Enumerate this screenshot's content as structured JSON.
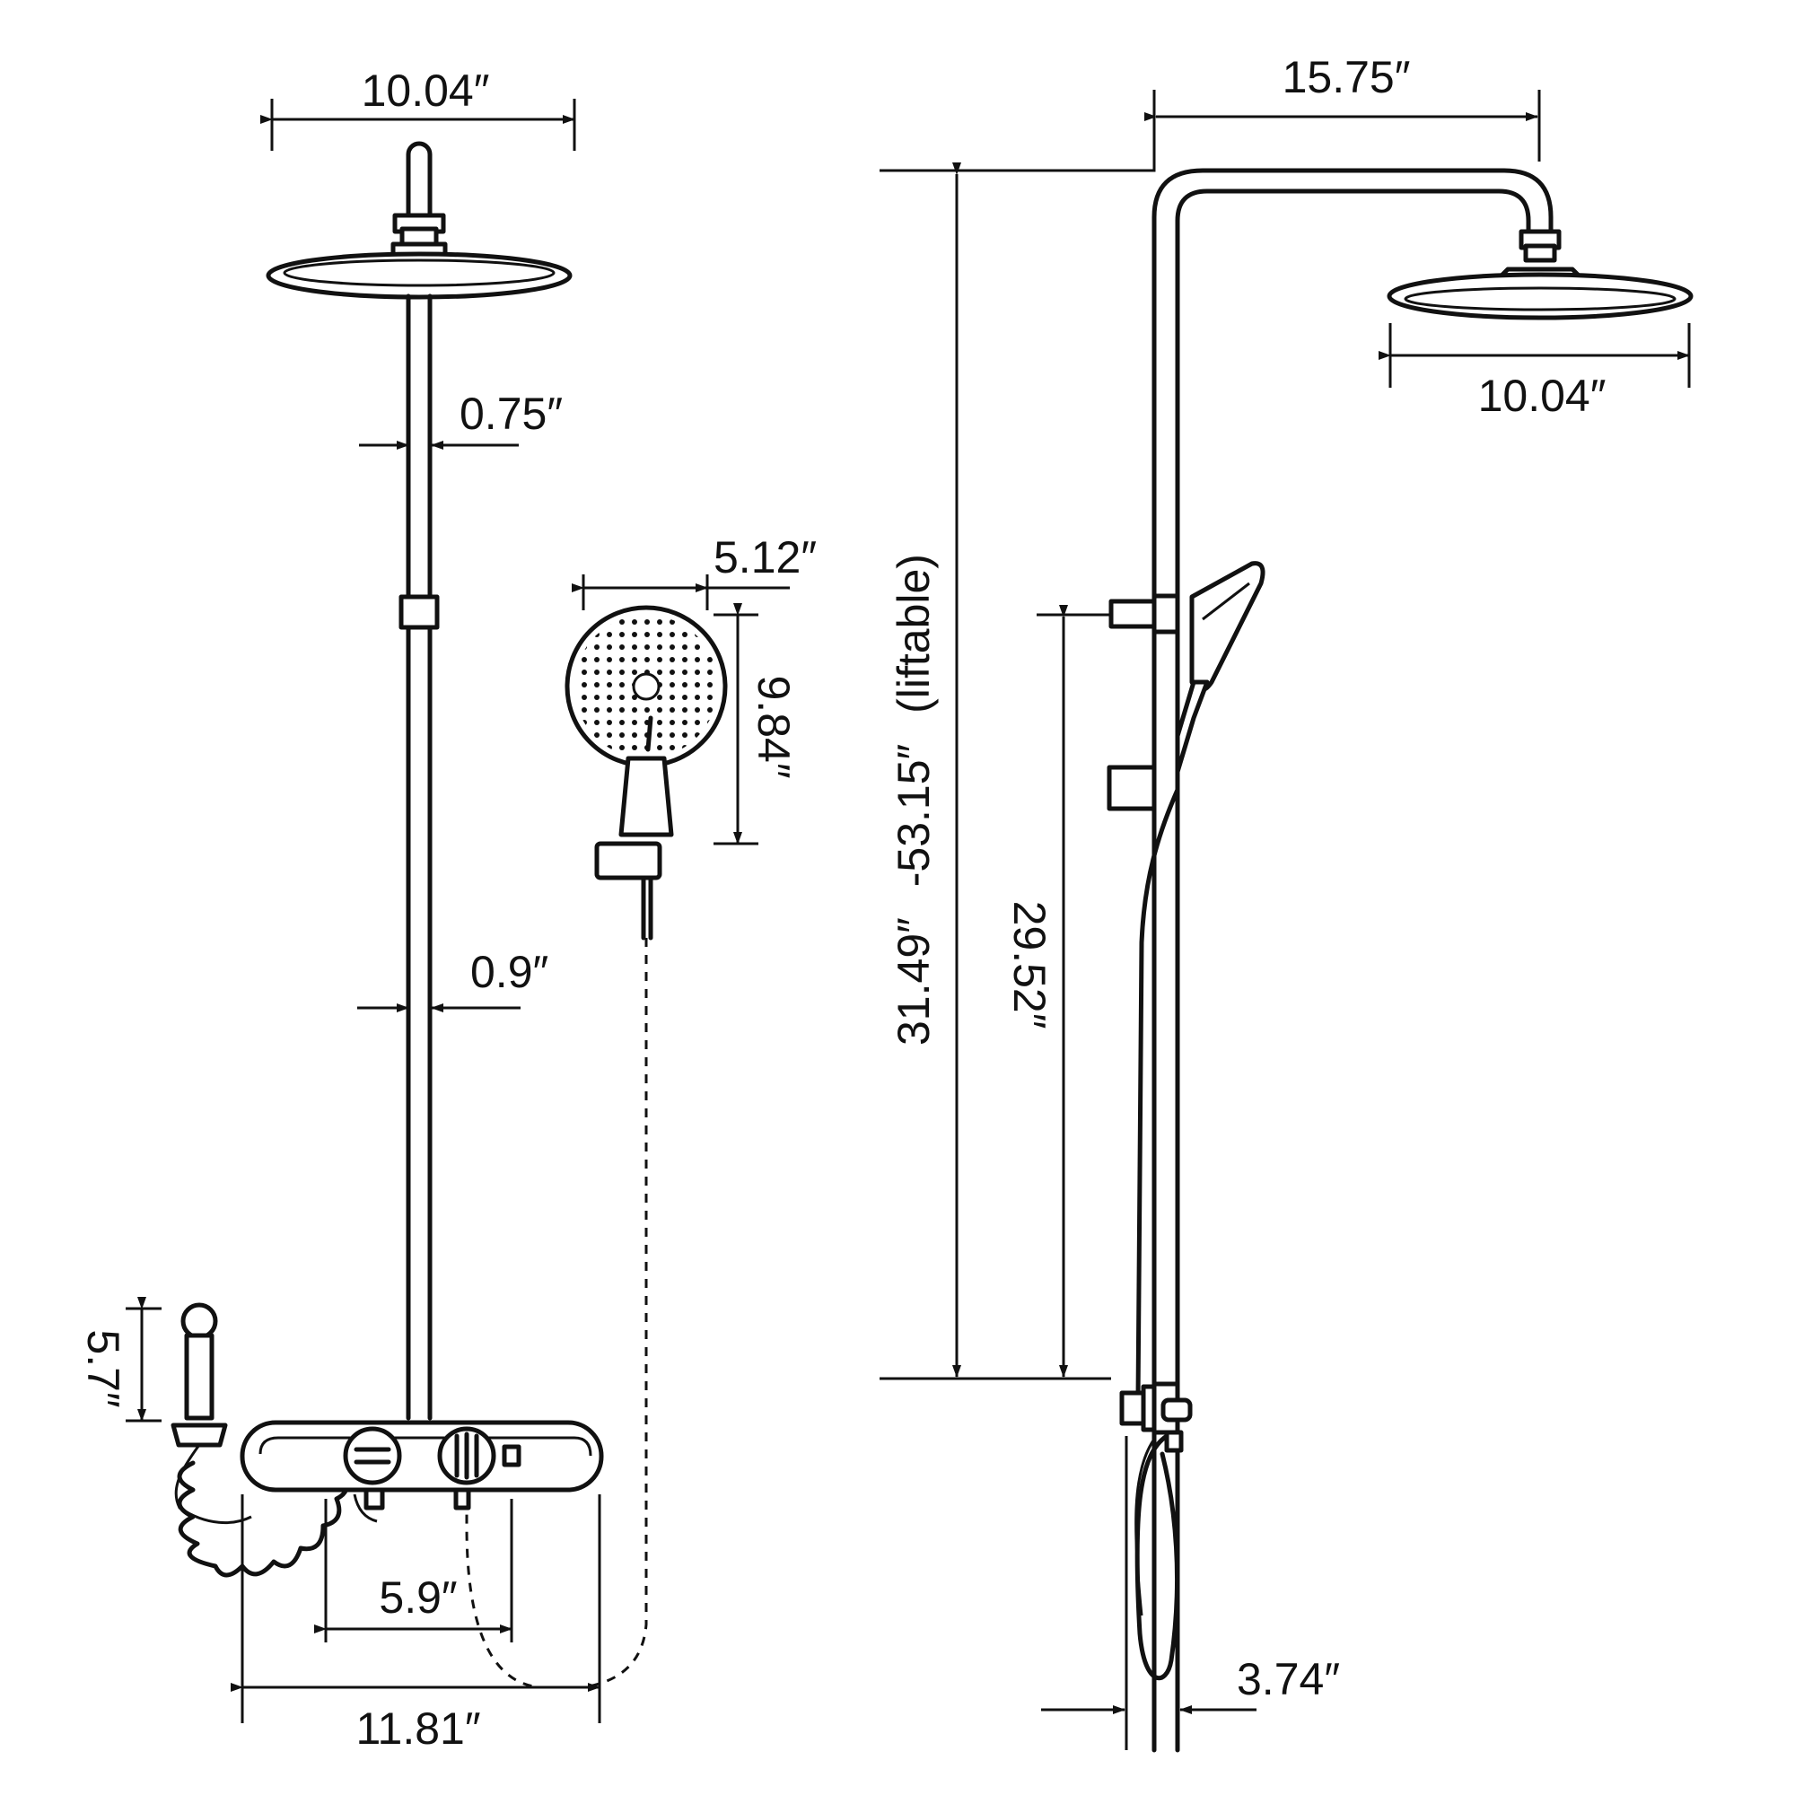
{
  "front_view": {
    "head_width": "10.04″",
    "pipe_upper_dia": "0.75″",
    "pipe_lower_dia": "0.9″",
    "handheld_width": "5.12″",
    "handheld_length": "9.84″",
    "bidet_height": "5.7″",
    "valve_spacing": "5.9″",
    "mixer_width": "11.81″"
  },
  "side_view": {
    "arm_reach": "15.75″",
    "side_head_width": "10.04″",
    "height_min": "31.49″",
    "height_max": "-53.15″",
    "height_note": "(liftable)",
    "slide_range": "29.52″",
    "wall_offset": "3.74″"
  },
  "colors": {
    "line": "#111111",
    "background": "#ffffff"
  }
}
